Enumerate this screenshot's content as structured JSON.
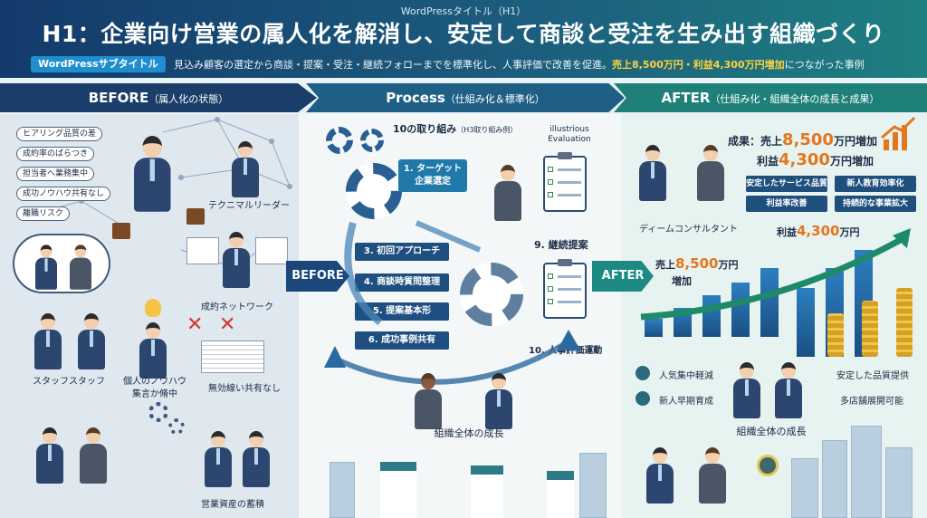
{
  "header": {
    "supertitle": "WordPressタイトル（H1）",
    "title": "H1：企業向け営業の属人化を解消し、安定して商談と受注を生み出す組織づくり",
    "subtitle_badge": "WordPressサブタイトル",
    "subtitle_text": "見込み顧客の選定から商談・提案・受注・継続フォローまでを標準化し、人事評価で改善を促進。",
    "subtitle_highlight": "売上8,500万円・利益4,300万円増加",
    "subtitle_tail": "につながった事例"
  },
  "phases": {
    "before": {
      "label": "BEFORE",
      "sub": "（属人化の状態）"
    },
    "process": {
      "label": "Process",
      "sub": "（仕組み化＆標準化）"
    },
    "after": {
      "label": "AFTER",
      "sub": "（仕組み化・組織全体の成長と成果）"
    }
  },
  "before": {
    "issues": [
      "ヒアリング品質の差",
      "成約率のばらつき",
      "担当者へ業務集中",
      "成功ノウハウ共有なし",
      "離職リスク"
    ],
    "labels": {
      "technical_leader": "テクニマルリーダー",
      "network": "成約ネットワーク",
      "staff": "スタッフスタッフ",
      "knowhow_line1": "個人のノウハウ",
      "knowhow_line2": "集言か脩中",
      "no_share": "無効線い共有なし",
      "assets": "営業資産の蓄積"
    }
  },
  "process": {
    "heading": "10の取り組み",
    "heading_sub": "（H3取り組み例）",
    "eval_label_1": "illustrious",
    "eval_label_2": "Evaluation",
    "steps": [
      "1. ターゲット\n企業選定",
      "3. 初回アプローチ",
      "4. 商談時質問整理",
      "5. 提案基本形",
      "6. 成功事例共有"
    ],
    "step_9": "9. 継続提案",
    "step_10": "10. 人事評価運動",
    "growth": "組織全体の成長",
    "arrow_before": "BEFORE",
    "arrow_after": "AFTER"
  },
  "after": {
    "results_title_1": "成果：売上",
    "results_value_1": "8,500",
    "results_unit_1": "万円増加",
    "results_title_2": "利益",
    "results_value_2": "4,300",
    "results_unit_2": "万円増加",
    "tags": [
      "安定したサービス品質",
      "新人教育効率化",
      "利益率改善",
      "持続的な事業拡大"
    ],
    "team_label": "ディームコンサルタント",
    "sales_label_1": "売上",
    "sales_value": "8,500",
    "sales_unit": "万円",
    "sales_label_2": "増加",
    "profit_label": "利益",
    "profit_value": "4,300",
    "profit_unit": "万円",
    "benefits": [
      "人気集中軽減",
      "新人早期育成",
      "安定した品質提供",
      "多店舗展開可能"
    ],
    "growth": "組織全体の成長"
  },
  "colors": {
    "header_start": "#133a6b",
    "header_end": "#1e7f80",
    "accent_orange": "#e4761b",
    "highlight_yellow": "#ffd23c",
    "process_blue": "#1e4f80"
  }
}
